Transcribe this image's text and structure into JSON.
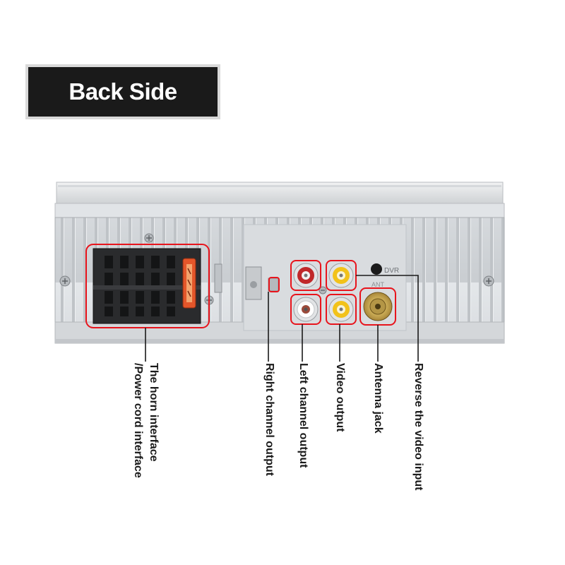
{
  "title": "Back Side",
  "panel_text": {
    "dvr": "DVR",
    "ant": "ANT"
  },
  "labels": {
    "horn_interface_line1": "The horn interface",
    "horn_interface_line2": "/Power cord interface",
    "right_channel": "Right channel output",
    "left_channel": "Left channel output",
    "video_output": "Video output",
    "antenna_jack": "Antenna jack",
    "reverse_video": "Reverse the video input"
  },
  "colors": {
    "callout": "#e8141c",
    "badge_bg": "#1a1a1a",
    "panel": "#d6d9dc",
    "rca_red": "#c0282a",
    "rca_yellow": "#f2c21a",
    "antenna_gold": "#c9a94a"
  }
}
